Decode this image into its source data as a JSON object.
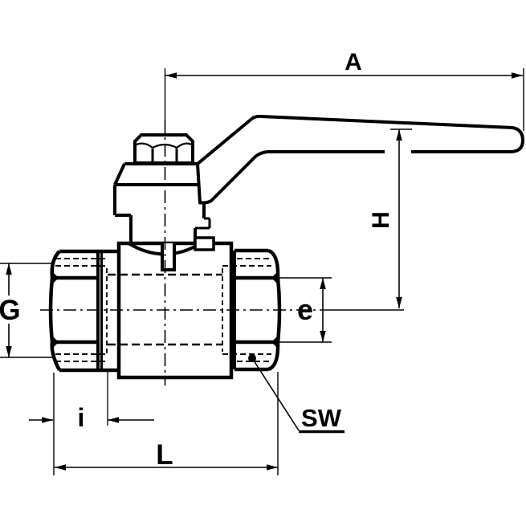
{
  "drawing": {
    "type": "technical-dimension-drawing",
    "subject": "ball-valve-side-view",
    "dimension_labels": {
      "a": "A",
      "h": "H",
      "g": "G",
      "e": "e",
      "i": "i",
      "l": "L",
      "sw": "SW"
    },
    "colors": {
      "ink": "#000000",
      "paper": "#ffffff"
    }
  }
}
